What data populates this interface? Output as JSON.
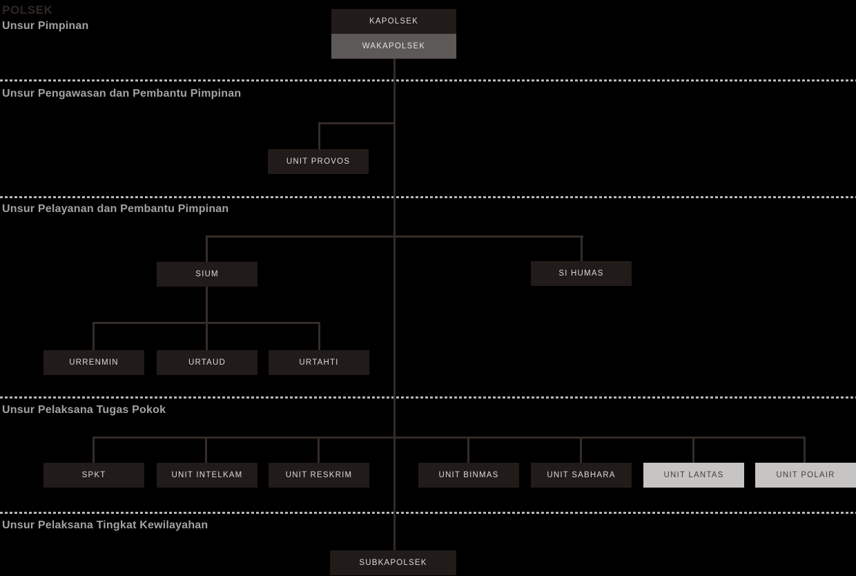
{
  "title": "POLSEK",
  "sections": [
    {
      "label": "Unsur Pimpinan"
    },
    {
      "label": "Unsur Pengawasan dan Pembantu Pimpinan"
    },
    {
      "label": "Unsur Pelayanan dan Pembantu Pimpinan"
    },
    {
      "label": "Unsur Pelaksana Tugas Pokok"
    },
    {
      "label": "Unsur Pelaksana Tingkat Kewilayahan"
    }
  ],
  "nodes": {
    "kapolsek": {
      "label": "KAPOLSEK",
      "style": "dark"
    },
    "wakapolsek": {
      "label": "WAKAPOLSEK",
      "style": "gray"
    },
    "unit_provos": {
      "label": "UNIT PROVOS",
      "style": "dark"
    },
    "sium": {
      "label": "SIUM",
      "style": "dark"
    },
    "si_humas": {
      "label": "SI HUMAS",
      "style": "dark"
    },
    "urrenmin": {
      "label": "URRENMIN",
      "style": "dark"
    },
    "urtaud": {
      "label": "URTAUD",
      "style": "dark"
    },
    "urtahti": {
      "label": "URTAHTI",
      "style": "dark"
    },
    "spkt": {
      "label": "SPKT",
      "style": "dark"
    },
    "unit_intelkam": {
      "label": "UNIT INTELKAM",
      "style": "dark"
    },
    "unit_reskrim": {
      "label": "UNIT RESKRIM",
      "style": "dark"
    },
    "unit_binmas": {
      "label": "UNIT BINMAS",
      "style": "dark"
    },
    "unit_sabhara": {
      "label": "UNIT SABHARA",
      "style": "dark"
    },
    "unit_lantas": {
      "label": "UNIT LANTAS",
      "style": "light"
    },
    "unit_polair": {
      "label": "UNIT POLAIR",
      "style": "light"
    },
    "subkapolsek": {
      "label": "SUBKAPOLSEK",
      "style": "dark"
    }
  },
  "edges": [
    {
      "from": "KAPOLSEK",
      "to": "WAKAPOLSEK"
    },
    {
      "from": "WAKAPOLSEK",
      "to": "UNIT PROVOS"
    },
    {
      "from": "WAKAPOLSEK",
      "to": "SIUM"
    },
    {
      "from": "WAKAPOLSEK",
      "to": "SI HUMAS"
    },
    {
      "from": "SIUM",
      "to": "URRENMIN"
    },
    {
      "from": "SIUM",
      "to": "URTAUD"
    },
    {
      "from": "SIUM",
      "to": "URTAHTI"
    },
    {
      "from": "WAKAPOLSEK",
      "to": "SPKT"
    },
    {
      "from": "WAKAPOLSEK",
      "to": "UNIT INTELKAM"
    },
    {
      "from": "WAKAPOLSEK",
      "to": "UNIT RESKRIM"
    },
    {
      "from": "WAKAPOLSEK",
      "to": "UNIT BINMAS"
    },
    {
      "from": "WAKAPOLSEK",
      "to": "UNIT SABHARA"
    },
    {
      "from": "WAKAPOLSEK",
      "to": "UNIT LANTAS"
    },
    {
      "from": "WAKAPOLSEK",
      "to": "UNIT POLAIR"
    },
    {
      "from": "WAKAPOLSEK",
      "to": "SUBKAPOLSEK"
    }
  ],
  "colors": {
    "background": "#000000",
    "node_dark": "#211c19",
    "node_gray": "#5d5957",
    "node_light": "#c6c5c4",
    "node_dark_text": "#dddbd9",
    "node_light_text": "#45403d",
    "connector": "#342c28",
    "divider_dashed": "#b8b8b8",
    "section_label": "#a3a3a3",
    "title_text": "#2e2926"
  }
}
